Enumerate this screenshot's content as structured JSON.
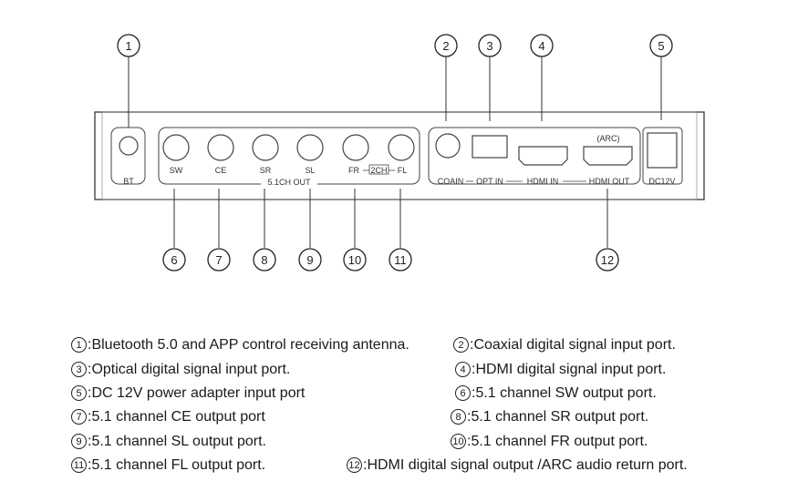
{
  "device": {
    "bt_label": "BT",
    "group_label": "5.1CH OUT",
    "arc_label": "(ARC)",
    "twoch_label": "2CH",
    "ports": [
      {
        "num": "1",
        "label": "BT"
      },
      {
        "num": "2",
        "label": "COAIN"
      },
      {
        "num": "3",
        "label": "OPT IN"
      },
      {
        "num": "4",
        "label": "HDMI IN"
      },
      {
        "num": "5",
        "label": "DC12V"
      },
      {
        "num": "6",
        "label": "SW"
      },
      {
        "num": "7",
        "label": "CE"
      },
      {
        "num": "8",
        "label": "SR"
      },
      {
        "num": "9",
        "label": "SL"
      },
      {
        "num": "10",
        "label": "FR"
      },
      {
        "num": "11",
        "label": "FL"
      },
      {
        "num": "12",
        "label": "HDMI OUT"
      }
    ]
  },
  "legend": [
    {
      "num": "1",
      "text": ":Bluetooth 5.0 and APP control receiving antenna."
    },
    {
      "num": "2",
      "text": ":Coaxial digital signal input port."
    },
    {
      "num": "3",
      "text": ":Optical digital signal input port."
    },
    {
      "num": "4",
      "text": ":HDMI digital signal input port."
    },
    {
      "num": "5",
      "text": ":DC 12V power adapter input port"
    },
    {
      "num": "6",
      "text": ":5.1 channel SW output port."
    },
    {
      "num": "7",
      "text": ":5.1 channel CE output port"
    },
    {
      "num": "8",
      "text": ":5.1 channel SR output port."
    },
    {
      "num": "9",
      "text": ":5.1 channel SL output port."
    },
    {
      "num": "10",
      "text": ":5.1 channel FR output port."
    },
    {
      "num": "11",
      "text": ":5.1 channel FL output port."
    },
    {
      "num": "12",
      "text": ":HDMI digital signal output /ARC audio return port."
    }
  ]
}
